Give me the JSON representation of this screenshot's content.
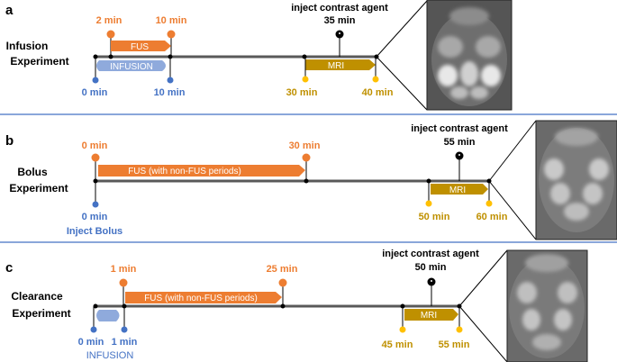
{
  "colors": {
    "orange": "#ed7d31",
    "blue": "#4472c4",
    "light_blue": "#8faadc",
    "gold": "#bf9000",
    "yellow": "#ffc000",
    "black": "#000000",
    "divider": "#4472c4"
  },
  "panels": [
    {
      "letter": "a",
      "title_line1": "Infusion",
      "title_line2": "Experiment",
      "contrast_label": "inject contrast agent",
      "contrast_time": "35 min",
      "orange_start": "2 min",
      "orange_end": "10 min",
      "fus_label": "FUS",
      "infusion_label": "INFUSION",
      "blue_start": "0 min",
      "blue_end": "10 min",
      "mri_label": "MRI",
      "mri_start": "30 min",
      "mri_end": "40 min"
    },
    {
      "letter": "b",
      "title_line1": "Bolus",
      "title_line2": "Experiment",
      "contrast_label": "inject contrast agent",
      "contrast_time": "55 min",
      "orange_start": "0 min",
      "orange_end": "30 min",
      "fus_label": "FUS (with non-FUS periods)",
      "blue_start": "0 min",
      "blue_caption": "Inject Bolus",
      "mri_label": "MRI",
      "mri_start": "50 min",
      "mri_end": "60 min"
    },
    {
      "letter": "c",
      "title_line1": "Clearance",
      "title_line2": "Experiment",
      "contrast_label": "inject contrast agent",
      "contrast_time": "50 min",
      "orange_start": "1 min",
      "orange_end": "25 min",
      "fus_label": "FUS (with non-FUS periods)",
      "blue_start": "0 min",
      "blue_end": "1 min",
      "blue_caption": "INFUSION",
      "mri_label": "MRI",
      "mri_start": "45 min",
      "mri_end": "55 min"
    }
  ]
}
